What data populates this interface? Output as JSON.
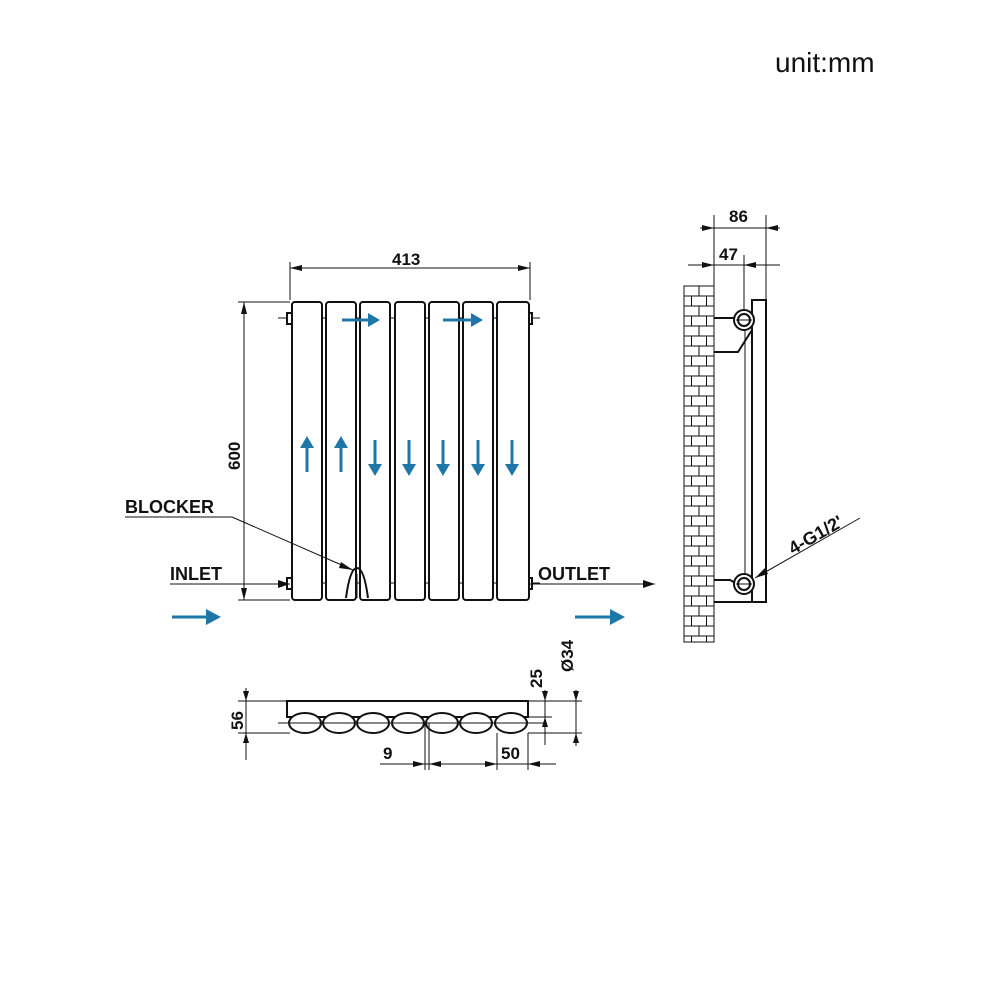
{
  "unit_label": "unit:mm",
  "dimensions": {
    "width": "413",
    "height": "600",
    "depth_total": "86",
    "depth_wall": "47",
    "top_height": "56",
    "pipe_offset": "25",
    "pipe_diameter": "Ø34",
    "gap": "9",
    "pitch": "50"
  },
  "labels": {
    "blocker": "BLOCKER",
    "inlet": "INLET",
    "outlet": "OUTLET",
    "connection": "4-G1/2'"
  },
  "flow": {
    "color": "#1f77a8",
    "columns": [
      "up",
      "up",
      "down",
      "down",
      "down",
      "down",
      "down"
    ]
  },
  "column_count": 7
}
